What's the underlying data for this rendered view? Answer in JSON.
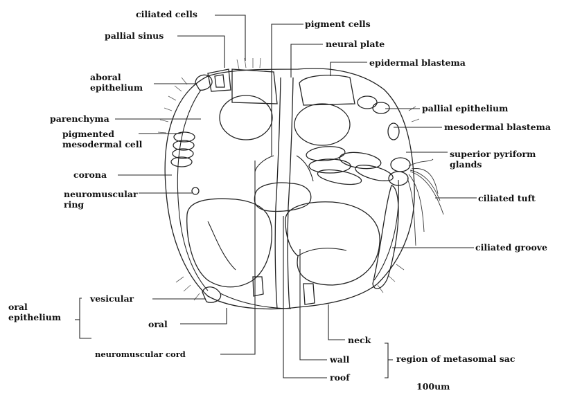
{
  "labels": {
    "ciliated_cells": "ciliated cells",
    "pallial_sinus": "pallial sinus",
    "aboral_epithelium": "aboral\nepithelium",
    "parenchyma": "parenchyma",
    "pigmented_mesodermal_cell": "pigmented\nmesodermal cell",
    "corona": "corona",
    "neuromuscular_ring": "neuromuscular\nring",
    "oral_epithelium": "oral\nepithelium",
    "vesicular": "vesicular",
    "oral": "oral",
    "neuromuscular_cord": "neuromuscular cord",
    "pigment_cells": "pigment cells",
    "neural_plate": "neural plate",
    "epidermal_blastema": "epidermal blastema",
    "pallial_epithelium": "pallial epithelium",
    "mesodermal_blastema": "mesodermal blastema",
    "superior_pyriform_glands": "superior pyriform\nglands",
    "ciliated_tuft": "ciliated tuft",
    "ciliated_groove": "ciliated groove",
    "neck": "neck",
    "wall": "wall",
    "roof": "roof",
    "region_of_metasomal_sac": "region of metasomal sac",
    "scale": "100um"
  }
}
